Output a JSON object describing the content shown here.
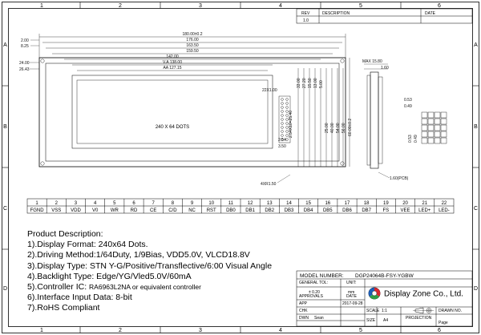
{
  "zones": {
    "columns": [
      "1",
      "2",
      "3",
      "4",
      "5",
      "6"
    ],
    "rows": [
      "A",
      "B",
      "C",
      "D"
    ]
  },
  "revision_block": {
    "headers": [
      "REV",
      "DESCRIPTION",
      "DATE"
    ],
    "rev_value": "1.0"
  },
  "drawing": {
    "dims_top": [
      "180.00±0.2",
      "176.00",
      "163.50",
      "159.50",
      "142.00",
      "V.A 138.00",
      "AA 127.15"
    ],
    "dims_left": [
      "2.00",
      "8.25",
      "24.00",
      "26.43"
    ],
    "dims_right_v": [
      "33.00",
      "27.20",
      "15.50",
      "13.00",
      "5.00",
      "25.00",
      "40.00",
      "54.00",
      "56.00",
      "60.00±0.2"
    ],
    "dim_pitch": "2.54X10=25.40",
    "dim_pin": "22X1.00",
    "dim_hole": "4XR1.50",
    "dims_small": [
      "2.54",
      "3.50"
    ],
    "dims_side": [
      "MAX 15.80",
      "1.60"
    ],
    "dim_pcb": "1.60(PCB)",
    "dims_dot": [
      "0.53",
      "0.49",
      "0.53",
      "0.49"
    ],
    "center_label": "240 X 64 DOTS"
  },
  "pin_table": {
    "numbers": [
      "1",
      "2",
      "3",
      "4",
      "5",
      "6",
      "7",
      "8",
      "9",
      "10",
      "11",
      "12",
      "13",
      "14",
      "15",
      "16",
      "17",
      "18",
      "19",
      "20",
      "21",
      "22"
    ],
    "names": [
      "FGND",
      "VSS",
      "VDD",
      "V0",
      "WR",
      "RD",
      "CE",
      "C/D",
      "NC",
      "RST",
      "DB0",
      "DB1",
      "DB2",
      "DB3",
      "DB4",
      "DB5",
      "DB6",
      "DB7",
      "FS",
      "VEE",
      "LED+",
      "LED-"
    ]
  },
  "description": {
    "title": "Product Description:",
    "lines": [
      "1).Display Format: 240x64 Dots.",
      "2).Driving Method:1/64Duty, 1/9Bias, VDD5.0V, VLCD18.8V",
      "3).Display Type: STN Y-G/Positive/Transflective/6:00 Visual Angle",
      "4).Backlight Type: Edge/YG/Vled5.0V/60mA"
    ],
    "line5_prefix": "5).Controller IC: ",
    "line5_small": "RA6963L2NA or equivalent controller",
    "line6": "6).Interface Input Data: 8-bit",
    "line7": "7).RoHS Compliant"
  },
  "title_block": {
    "model_label": "MODEL NUMBER:",
    "model_value": "DGP24064B-FSY-YGBW",
    "general_tol": "GENERAL TOL:",
    "tol_value": "± 0.20",
    "unit_label": "UNIT:",
    "unit_value": "mm",
    "approvals": "APPROVALS",
    "date_label": "DATE",
    "company": "Display Zone Co., Ltd.",
    "app": "APP",
    "date_value": "2017-09-28",
    "scale_label": "SCALE",
    "scale_value": "1:1",
    "drawn_no": "DRAWN NO.",
    "chk": "CHK",
    "dwn": "DWN",
    "dwn_name": "Sean",
    "size_label": "SIZE",
    "size_value": "A4",
    "projection": "PROJECTION",
    "page_label": "Page"
  },
  "colors": {
    "line": "#000000",
    "logo_red": "#d7282f",
    "logo_green": "#2e9e44",
    "logo_blue": "#1d5fb8"
  }
}
